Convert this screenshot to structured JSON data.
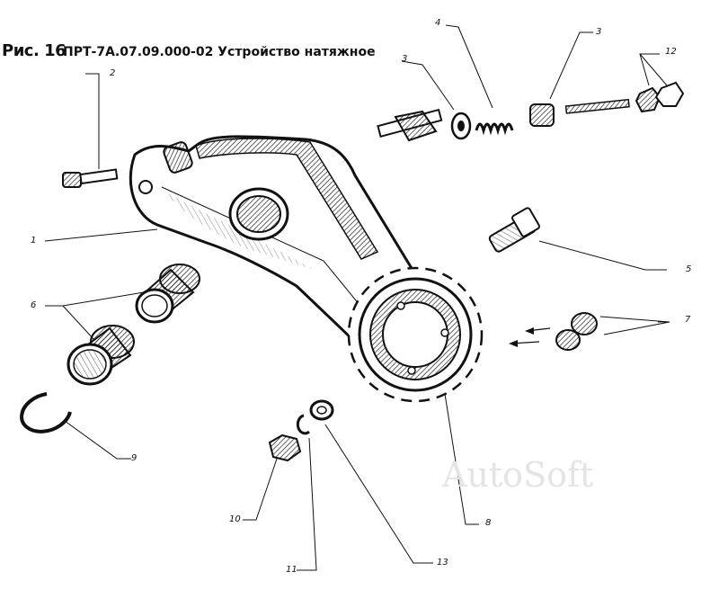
{
  "header": {
    "figure_number": "Рис. 16",
    "title": "ПРТ-7А.07.09.000-02 Устройство натяжное"
  },
  "callouts": [
    "1",
    "2",
    "3",
    "3",
    "4",
    "5",
    "6",
    "7",
    "8",
    "9",
    "10",
    "11",
    "12",
    "13"
  ],
  "watermark": "AutoSoft",
  "colors": {
    "ink": "#111111",
    "watermark": "#e4e4e4",
    "paper": "#ffffff"
  }
}
